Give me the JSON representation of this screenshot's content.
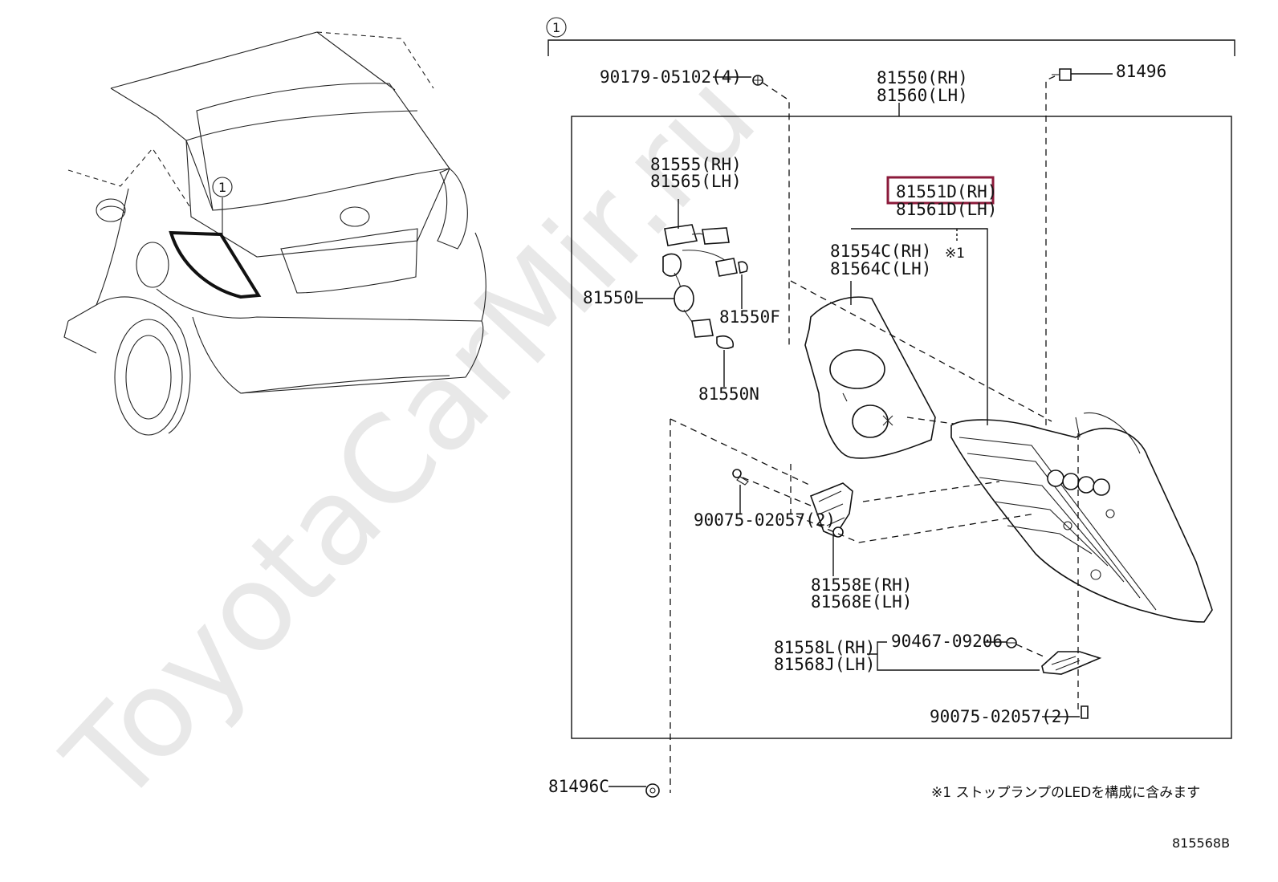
{
  "watermark": "ToyotaCarMir.ru",
  "callout_number": "1",
  "labels": {
    "bolt_top": "90179-05102(4)",
    "clip_top": "81496",
    "lamp_rh": "81550(RH)",
    "lamp_lh": "81560(LH)",
    "socket_rh": "81555(RH)",
    "socket_lh": "81565(LH)",
    "bulb_l": "81550L",
    "bulb_f": "81550F",
    "bulb_n": "81550N",
    "unit_rh": "81551D(RH)",
    "unit_lh": "81561D(LH)",
    "note_ref": "※1",
    "gasket_rh": "81554C(RH)",
    "gasket_lh": "81564C(LH)",
    "screw_mid": "90075-02057(2)",
    "bracket_rh": "81558E(RH)",
    "bracket_lh": "81568E(LH)",
    "cover_rh": "81558L(RH)",
    "cover_lh": "81568J(LH)",
    "clip_bracket": "90467-09206",
    "screw_bottom": "90075-02057(2)",
    "clip_bottom": "81496C"
  },
  "footnote": "※1 ストップランプのLEDを構成に含みます",
  "diagram_id": "815568B"
}
